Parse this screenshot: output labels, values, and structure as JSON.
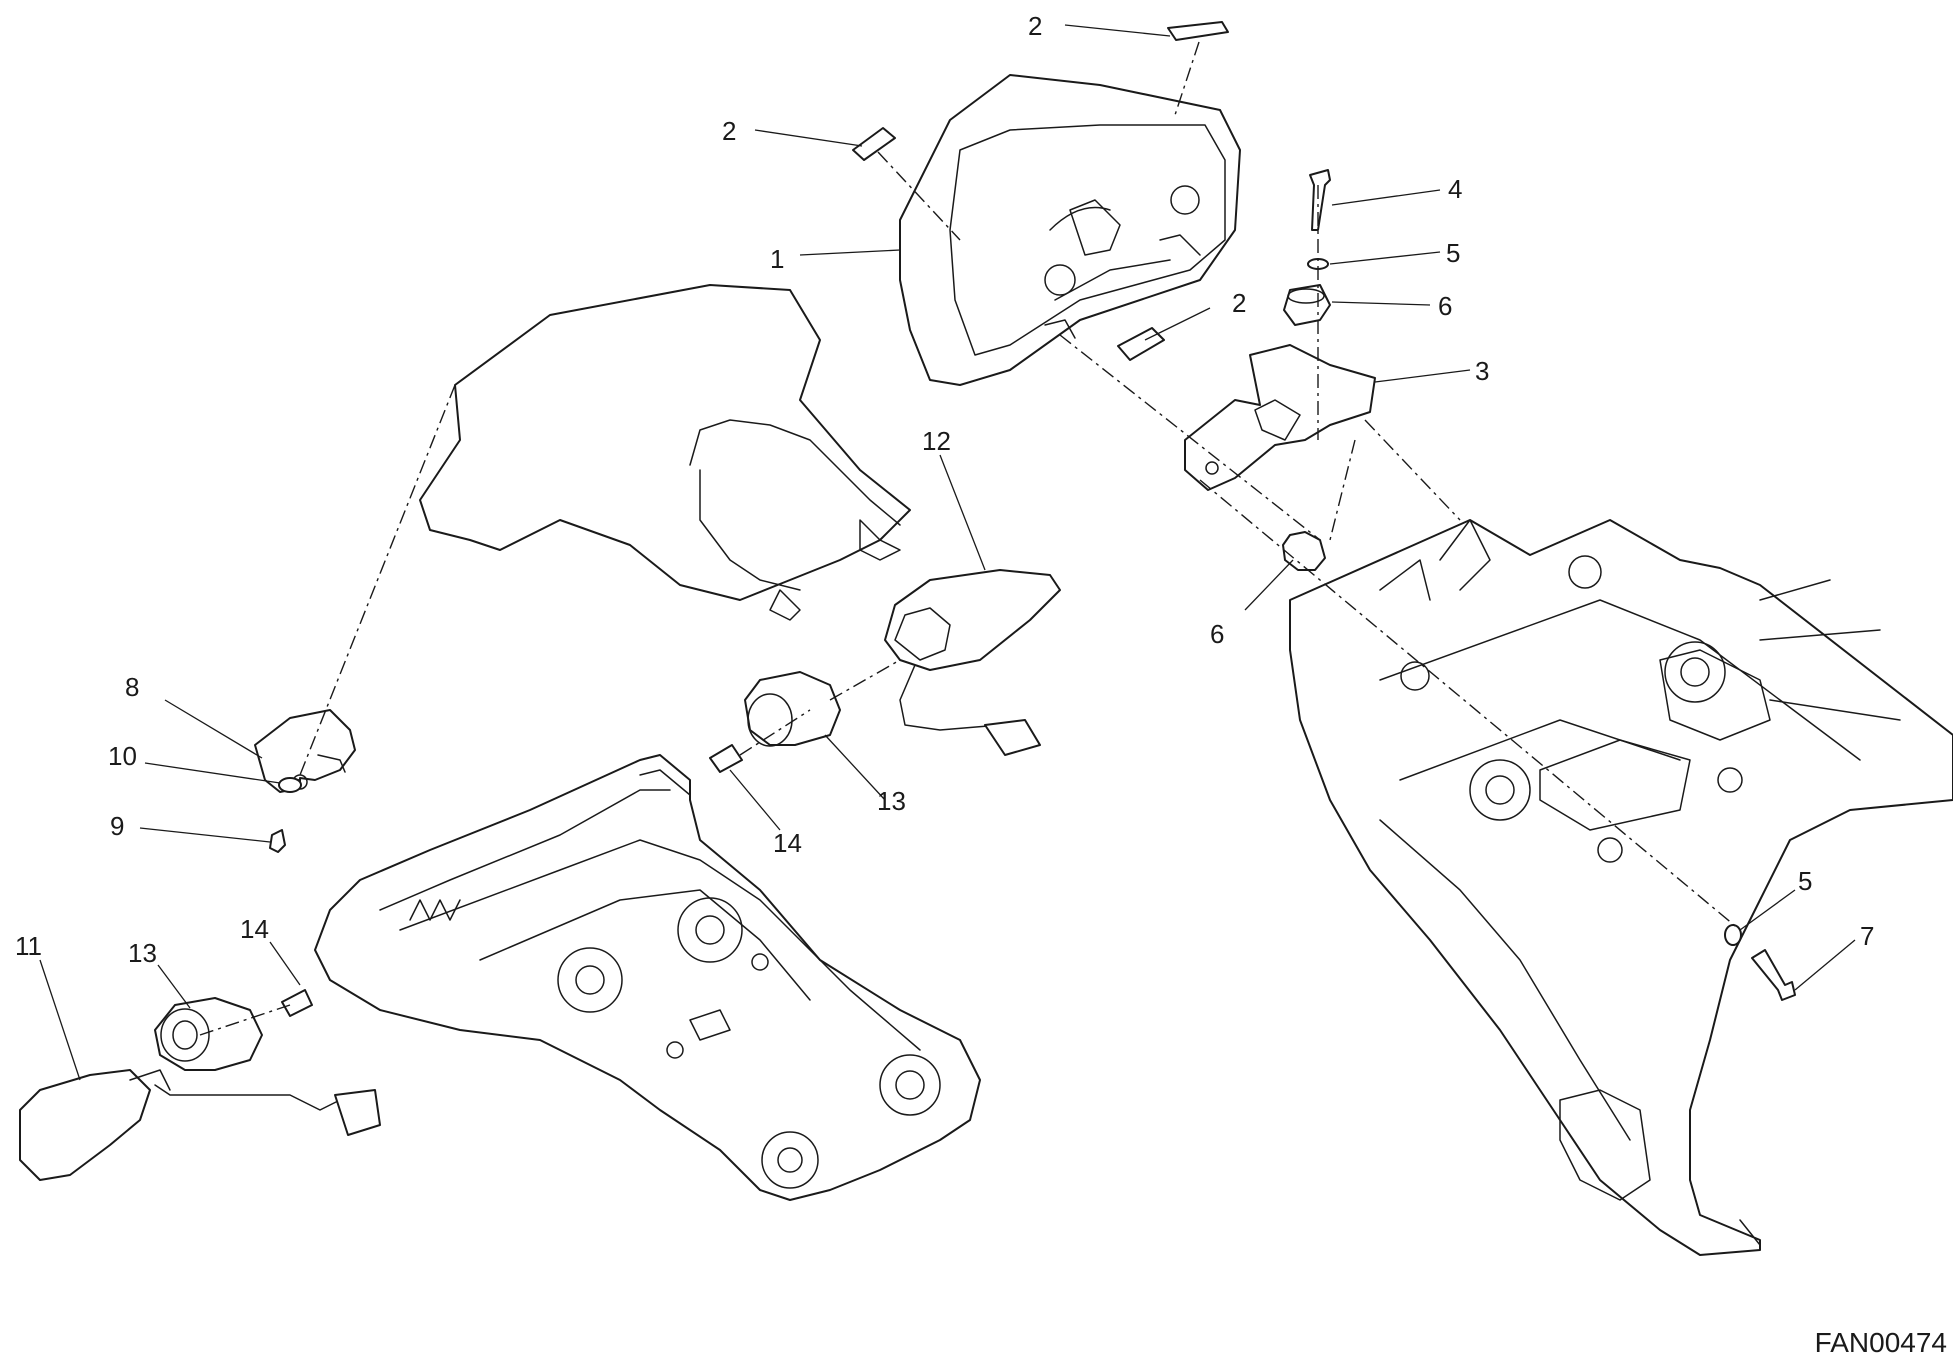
{
  "diagram": {
    "drawing_code": "FAN00474",
    "callouts": {
      "c1": "1",
      "c2a": "2",
      "c2b": "2",
      "c2c": "2",
      "c3": "3",
      "c4": "4",
      "c5a": "5",
      "c5b": "5",
      "c6a": "6",
      "c6b": "6",
      "c7": "7",
      "c8": "8",
      "c9": "9",
      "c10": "10",
      "c11": "11",
      "c12": "12",
      "c13a": "13",
      "c13b": "13",
      "c14a": "14",
      "c14b": "14"
    }
  }
}
